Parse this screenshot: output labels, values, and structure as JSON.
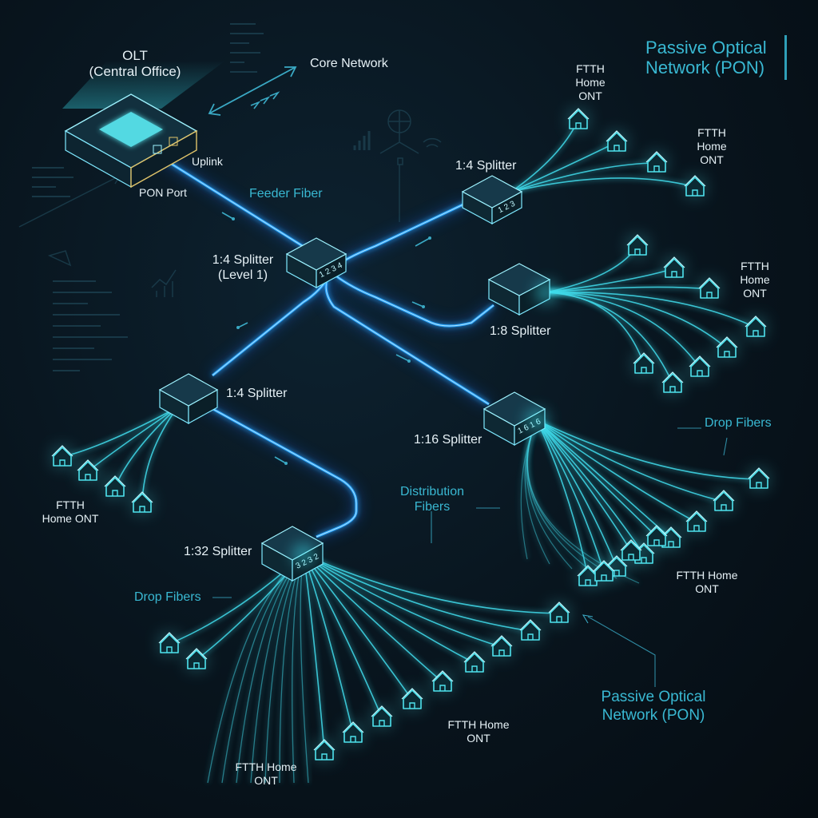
{
  "title": "Passive Optical\nNetwork (PON)",
  "olt": {
    "label": "OLT\n(Central Office)",
    "pon_port": "PON Port",
    "uplink": "Uplink"
  },
  "core_network": "Core Network",
  "feeder_fiber": "Feeder Fiber",
  "splitters": {
    "level1": "1:4 Splitter\n(Level 1)",
    "top_right": "1:4 Splitter",
    "left": "1:4 Splitter",
    "s8": "1:8 Splitter",
    "s16": "1:16 Splitter",
    "s32": "1:32 Splitter"
  },
  "splitter_port_text": {
    "top_right": "1  2  3",
    "level1": "1  2  3  4",
    "s16": "1 6  1 6",
    "s32": "3 2  3 2"
  },
  "ont_labels": {
    "top": "FTTH\nHome\nONT",
    "right_upper": "FTTH\nHome\nONT",
    "right_mid": "FTTH\nHome\nONT",
    "left": "FTTH\nHome ONT",
    "s16_bottom": "FTTH Home\nONT",
    "s32_mid": "FTTH Home\nONT",
    "s32_bottom": "FTTH Home\nONT"
  },
  "drop_fibers_left": "Drop Fibers",
  "drop_fibers_right": "Drop Fibers",
  "distribution_fibers": "Distribution\nFibers",
  "pon_bottom": "Passive Optical\nNetwork (PON)",
  "colors": {
    "fiber": "#2aa7ff",
    "fiber_glow": "#1e6cff",
    "drop": "#3fd6e6",
    "home": "#4fe3ee",
    "accent": "#39b8d2",
    "text": "#e6f1f6"
  }
}
